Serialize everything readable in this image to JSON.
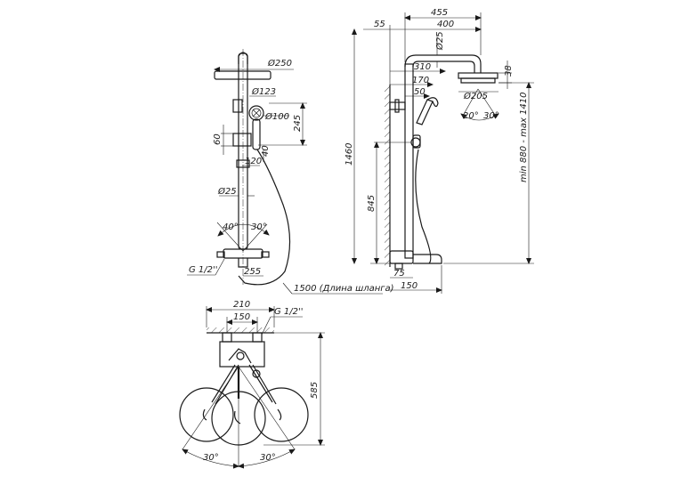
{
  "front_view": {
    "head_diameter": "Ø250",
    "hand_shower_diameter": "Ø123",
    "holder_diameter": "Ø100",
    "dim_245": "245",
    "dim_60": "60",
    "dim_40": "40",
    "dim_120": "120",
    "rod_diameter": "Ø25",
    "angle_left": "40°",
    "angle_right": "30°",
    "thread": "G 1/2''",
    "dim_255": "255",
    "hose_note": "1500 (Длина шланга)"
  },
  "side_view": {
    "dim_455": "455",
    "dim_55": "55",
    "dim_400": "400",
    "arm_diameter": "Ø25",
    "dim_310": "310",
    "dim_38": "38",
    "dim_170": "170",
    "dim_50": "50",
    "head_diameter": "Ø205",
    "angle_left": "20°",
    "angle_right": "30°",
    "dim_1460": "1460",
    "dim_845": "845",
    "dim_range": "min 880 - max 1410",
    "dim_75": "75",
    "dim_150": "150"
  },
  "top_view": {
    "dim_210": "210",
    "dim_150": "150",
    "thread": "G 1/2''",
    "dim_585": "585",
    "angle_left": "30°",
    "angle_right": "30°"
  }
}
